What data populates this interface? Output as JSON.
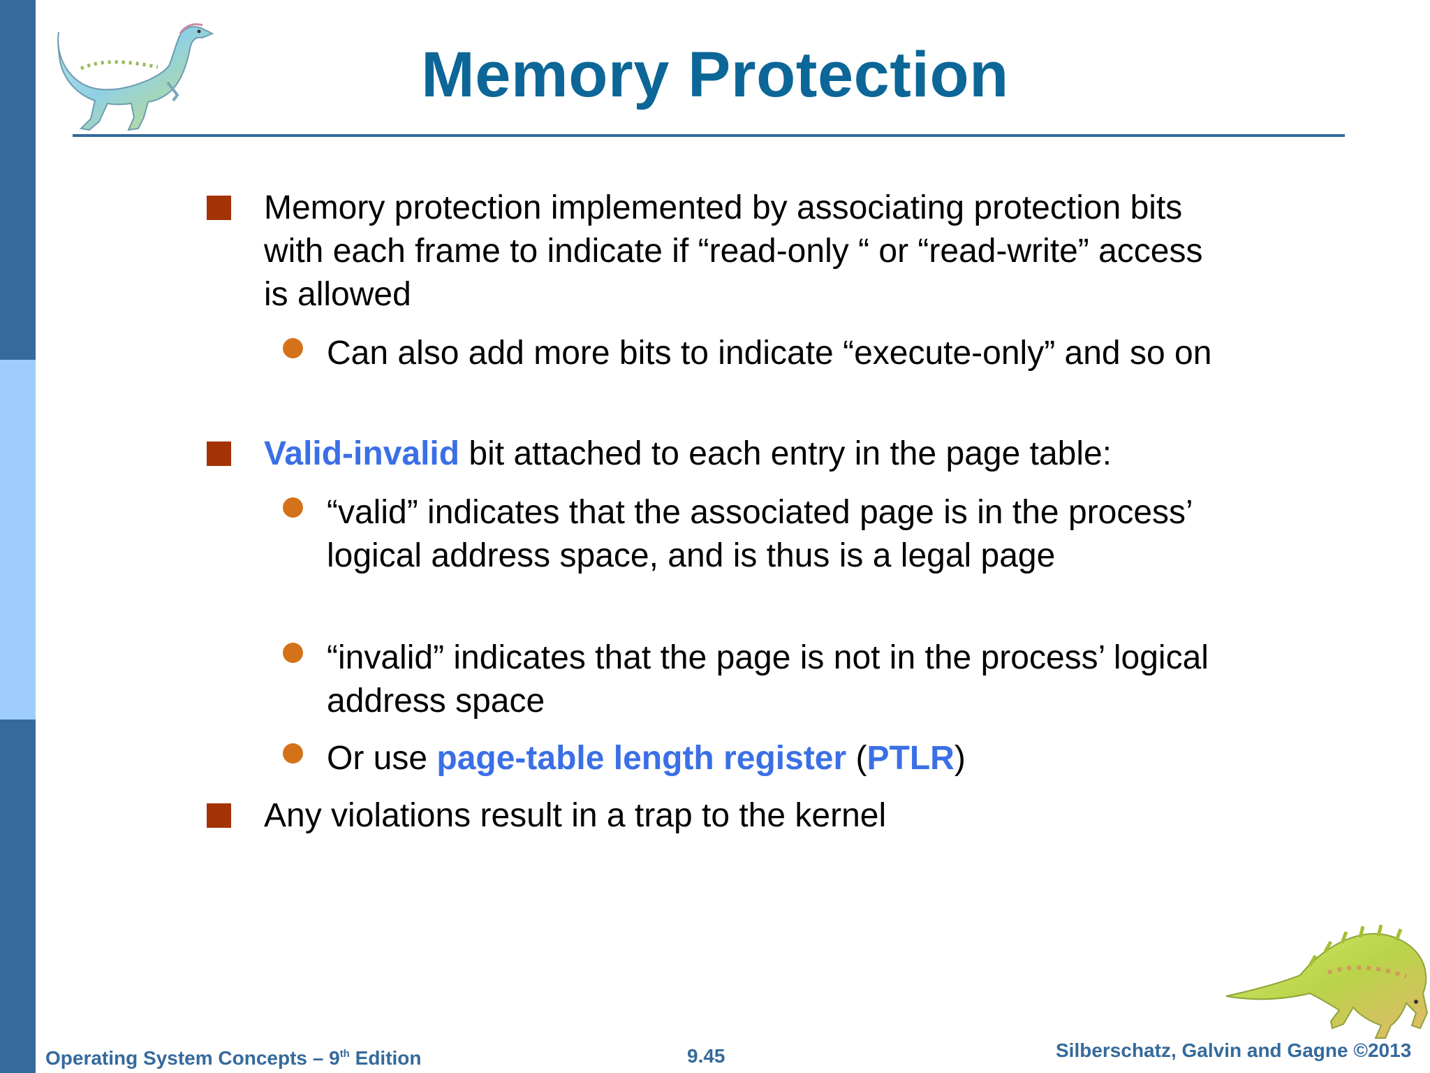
{
  "slide": {
    "title": "Memory Protection",
    "bullets": [
      {
        "text": "Memory protection implemented by associating protection bits with each frame to indicate if “read-only “ or “read-write” access is allowed",
        "subbullets": [
          {
            "text": "Can also add more bits to indicate “execute-only”  and so on"
          }
        ]
      },
      {
        "term": "Valid-invalid",
        "text": " bit attached to each entry in the page table:",
        "subbullets": [
          {
            "text": "“valid” indicates that the associated page is in the process’ logical address space, and is thus is a legal page"
          },
          {
            "text": "“invalid” indicates that the page is not in the process’ logical address space"
          },
          {
            "prefix": "Or use ",
            "term": "page-table length register",
            "mid": " (",
            "term2": "PTLR",
            "suffix": ")"
          }
        ]
      },
      {
        "text": "Any violations result in a trap to the kernel"
      }
    ]
  },
  "footer": {
    "book": "Operating System Concepts – 9",
    "book_sup": "th",
    "book_suffix": " Edition",
    "page": "9.45",
    "authors": "Silberschatz, Galvin and Gagne ©2013"
  },
  "colors": {
    "title": "#0c6697",
    "accent_blue": "#356a9b",
    "light_blue": "#9ecdfb",
    "square_bullet": "#a33304",
    "round_bullet": "#d4721a",
    "highlight_term": "#3a6fe6"
  },
  "icons": {
    "top_left": "dinosaur-illustration",
    "bottom_right": "dinosaur-illustration"
  }
}
